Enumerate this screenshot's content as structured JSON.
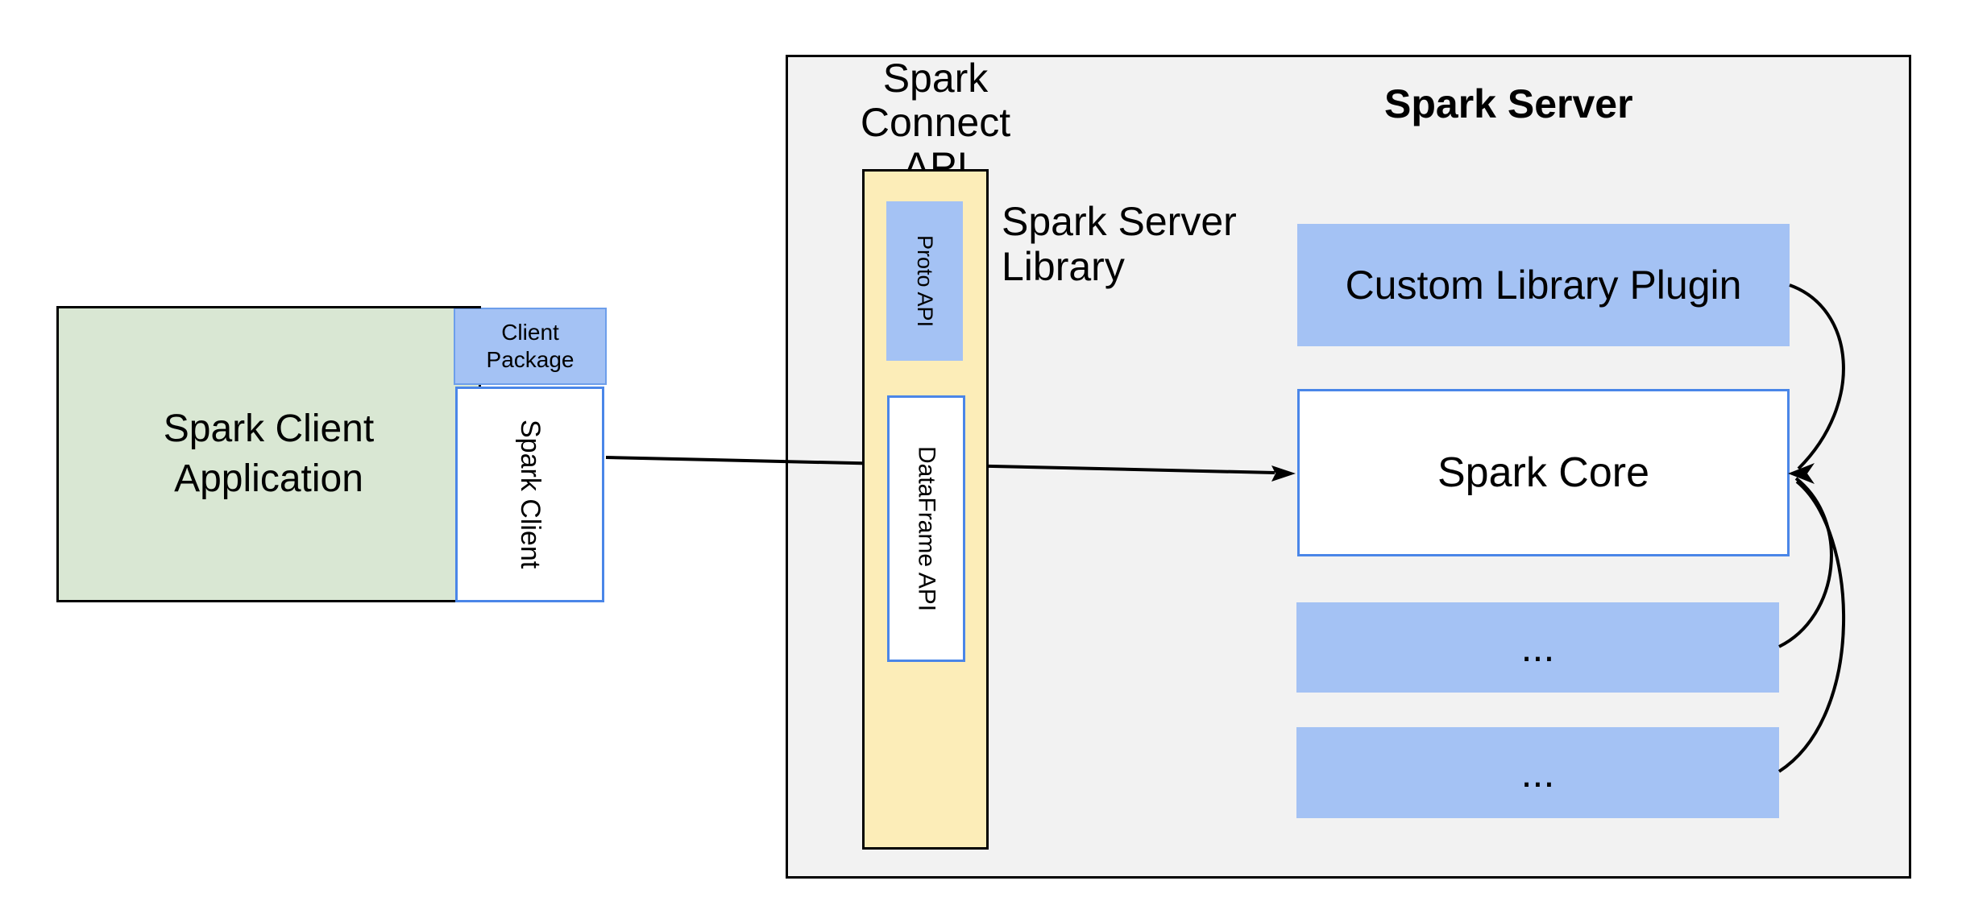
{
  "diagram": {
    "client": {
      "app_label": "Spark Client\nApplication",
      "package_label": "Client\nPackage",
      "client_label": "Spark Client"
    },
    "connect": {
      "api_label": "Spark Connect\nAPI",
      "proto_label": "Proto API",
      "dataframe_label": "DataFrame API",
      "server_library_label": "Spark Server\nLibrary"
    },
    "server": {
      "title": "Spark Server",
      "plugin_label": "Custom Library Plugin",
      "core_label": "Spark Core",
      "ellipsis_1": "...",
      "ellipsis_2": "..."
    },
    "colors": {
      "green_fill": "#d9e7d3",
      "blue_fill": "#a4c2f4",
      "yellow_fill": "#fcedb8",
      "gray_fill": "#f2f2f2",
      "blue_border": "#4a86e8",
      "package_border": "#6d9eeb",
      "line": "#000000"
    }
  }
}
